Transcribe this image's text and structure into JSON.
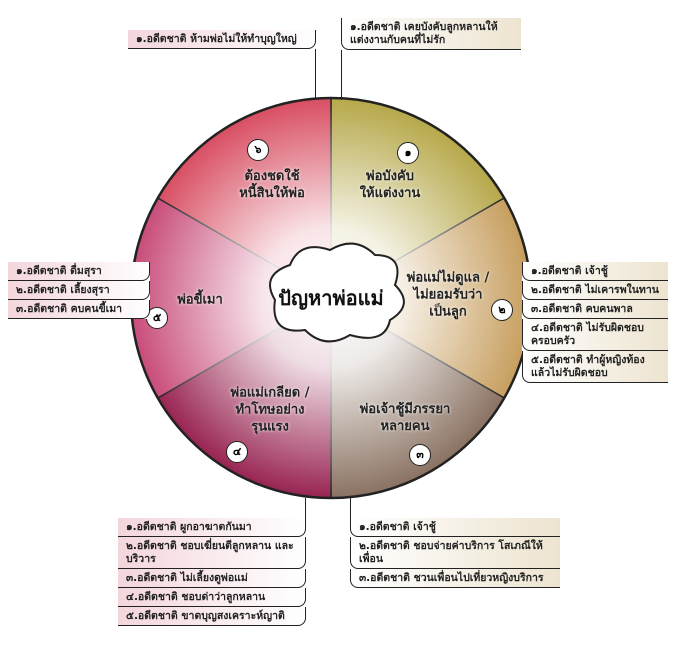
{
  "center_title": "ปัญหาพ่อแม่",
  "sectors": [
    {
      "num": "๑",
      "label": [
        "พ่อบังคับ",
        "ให้แต่งงาน"
      ],
      "color": "#b6a84a"
    },
    {
      "num": "๒",
      "label": [
        "พ่อแม่ไม่ดูแล /",
        "ไม่ยอมรับว่า",
        "เป็นลูก"
      ],
      "color": "#c79e5e"
    },
    {
      "num": "๓",
      "label": [
        "พ่อเจ้าชู้มีภรรยา",
        "หลายคน"
      ],
      "color": "#8a7262"
    },
    {
      "num": "๔",
      "label": [
        "พ่อแม่เกลียด /",
        "ทำโทษอย่าง",
        "รุนแรง"
      ],
      "color": "#982452"
    },
    {
      "num": "๕",
      "label": [
        "พ่อขี้เมา"
      ],
      "color": "#c84c7a"
    },
    {
      "num": "๖",
      "label": [
        "ต้องชดใช้",
        "หนี้สินให้พ่อ"
      ],
      "color": "#d84e62"
    }
  ],
  "causes": {
    "s1": [
      "๑.อดีตชาติ เคยบังคับลูกหลานให้ แต่งงานกับคนที่ไม่รัก"
    ],
    "s2": [
      "๑.อดีตชาติ เจ้าชู้",
      "๒.อดีตชาติ ไม่เคารพในทาน",
      "๓.อดีตชาติ คบคนพาล",
      "๔.อดีตชาติ ไม่รับผิดชอบ ครอบครัว",
      "๕.อดีตชาติ ทำผู้หญิงท้อง แล้วไม่รับผิดชอบ"
    ],
    "s3": [
      "๑.อดีตชาติ เจ้าชู้",
      "๒.อดีตชาติ ชอบจ่ายค่าบริการ โสเภณีให้เพื่อน",
      "๓.อดีตชาติ ชวนเพื่อนไปเที่ยวหญิงบริการ"
    ],
    "s4": [
      "๑.อดีตชาติ ผูกอาฆาตกันมา",
      "๒.อดีตชาติ ชอบเฆี่ยนตีลูกหลาน และบริวาร",
      "๓.อดีตชาติ ไม่เลี้ยงดูพ่อแม่",
      "๔.อดีตชาติ ชอบด่าว่าลูกหลาน",
      "๕.อดีตชาติ ขาดบุญสงเคราะห์ญาติ"
    ],
    "s5": [
      "๑.อดีตชาติ ดื่มสุรา",
      "๒.อดีตชาติ เลี้ยงสุรา",
      "๓.อดีตชาติ คบคนขี้เมา"
    ],
    "s6": [
      "๑.อดีตชาติ ห้ามพ่อไม่ให้ทำบุญใหญ่"
    ]
  }
}
